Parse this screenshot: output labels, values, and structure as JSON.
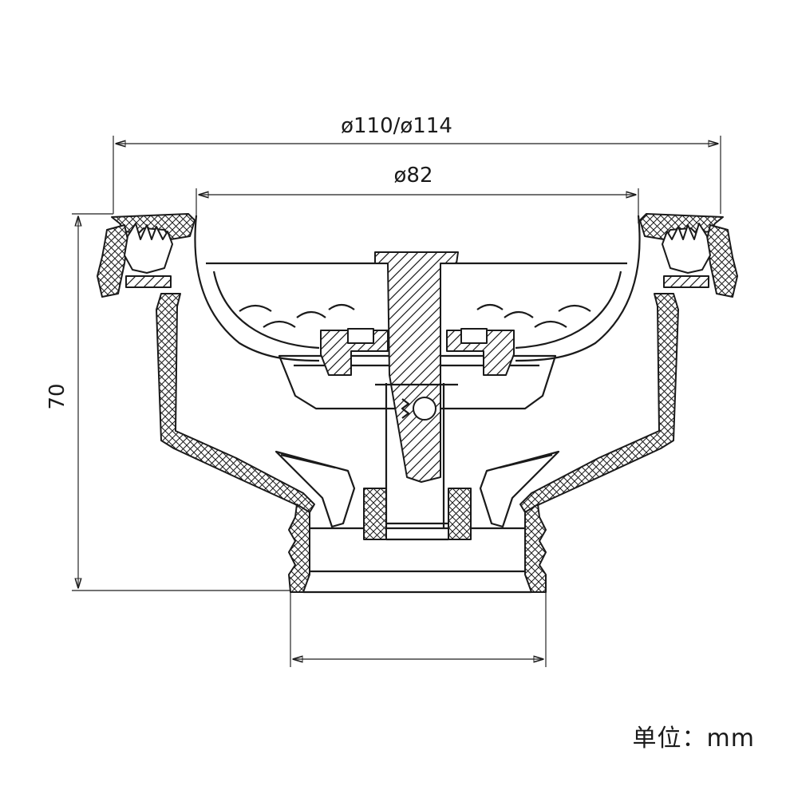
{
  "dimensions": {
    "outer_diameter": "ø110/ø114",
    "basket_diameter": "ø82",
    "height": "70"
  },
  "unit_label": "单位：mm"
}
